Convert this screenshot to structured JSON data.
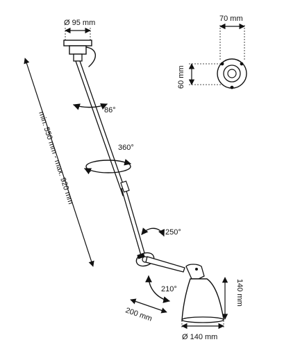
{
  "labels": {
    "canopy_diameter": "Ø 95 mm",
    "mount_width": "70 mm",
    "mount_height": "60 mm",
    "tilt_angle": "86°",
    "rotation_angle": "360°",
    "length_range": "min. 550 mm - max. 920 mm",
    "elbow_angle": "250°",
    "shade_angle": "210°",
    "arm_length": "200 mm",
    "shade_height": "140 mm",
    "shade_diameter": "Ø 140 mm"
  }
}
